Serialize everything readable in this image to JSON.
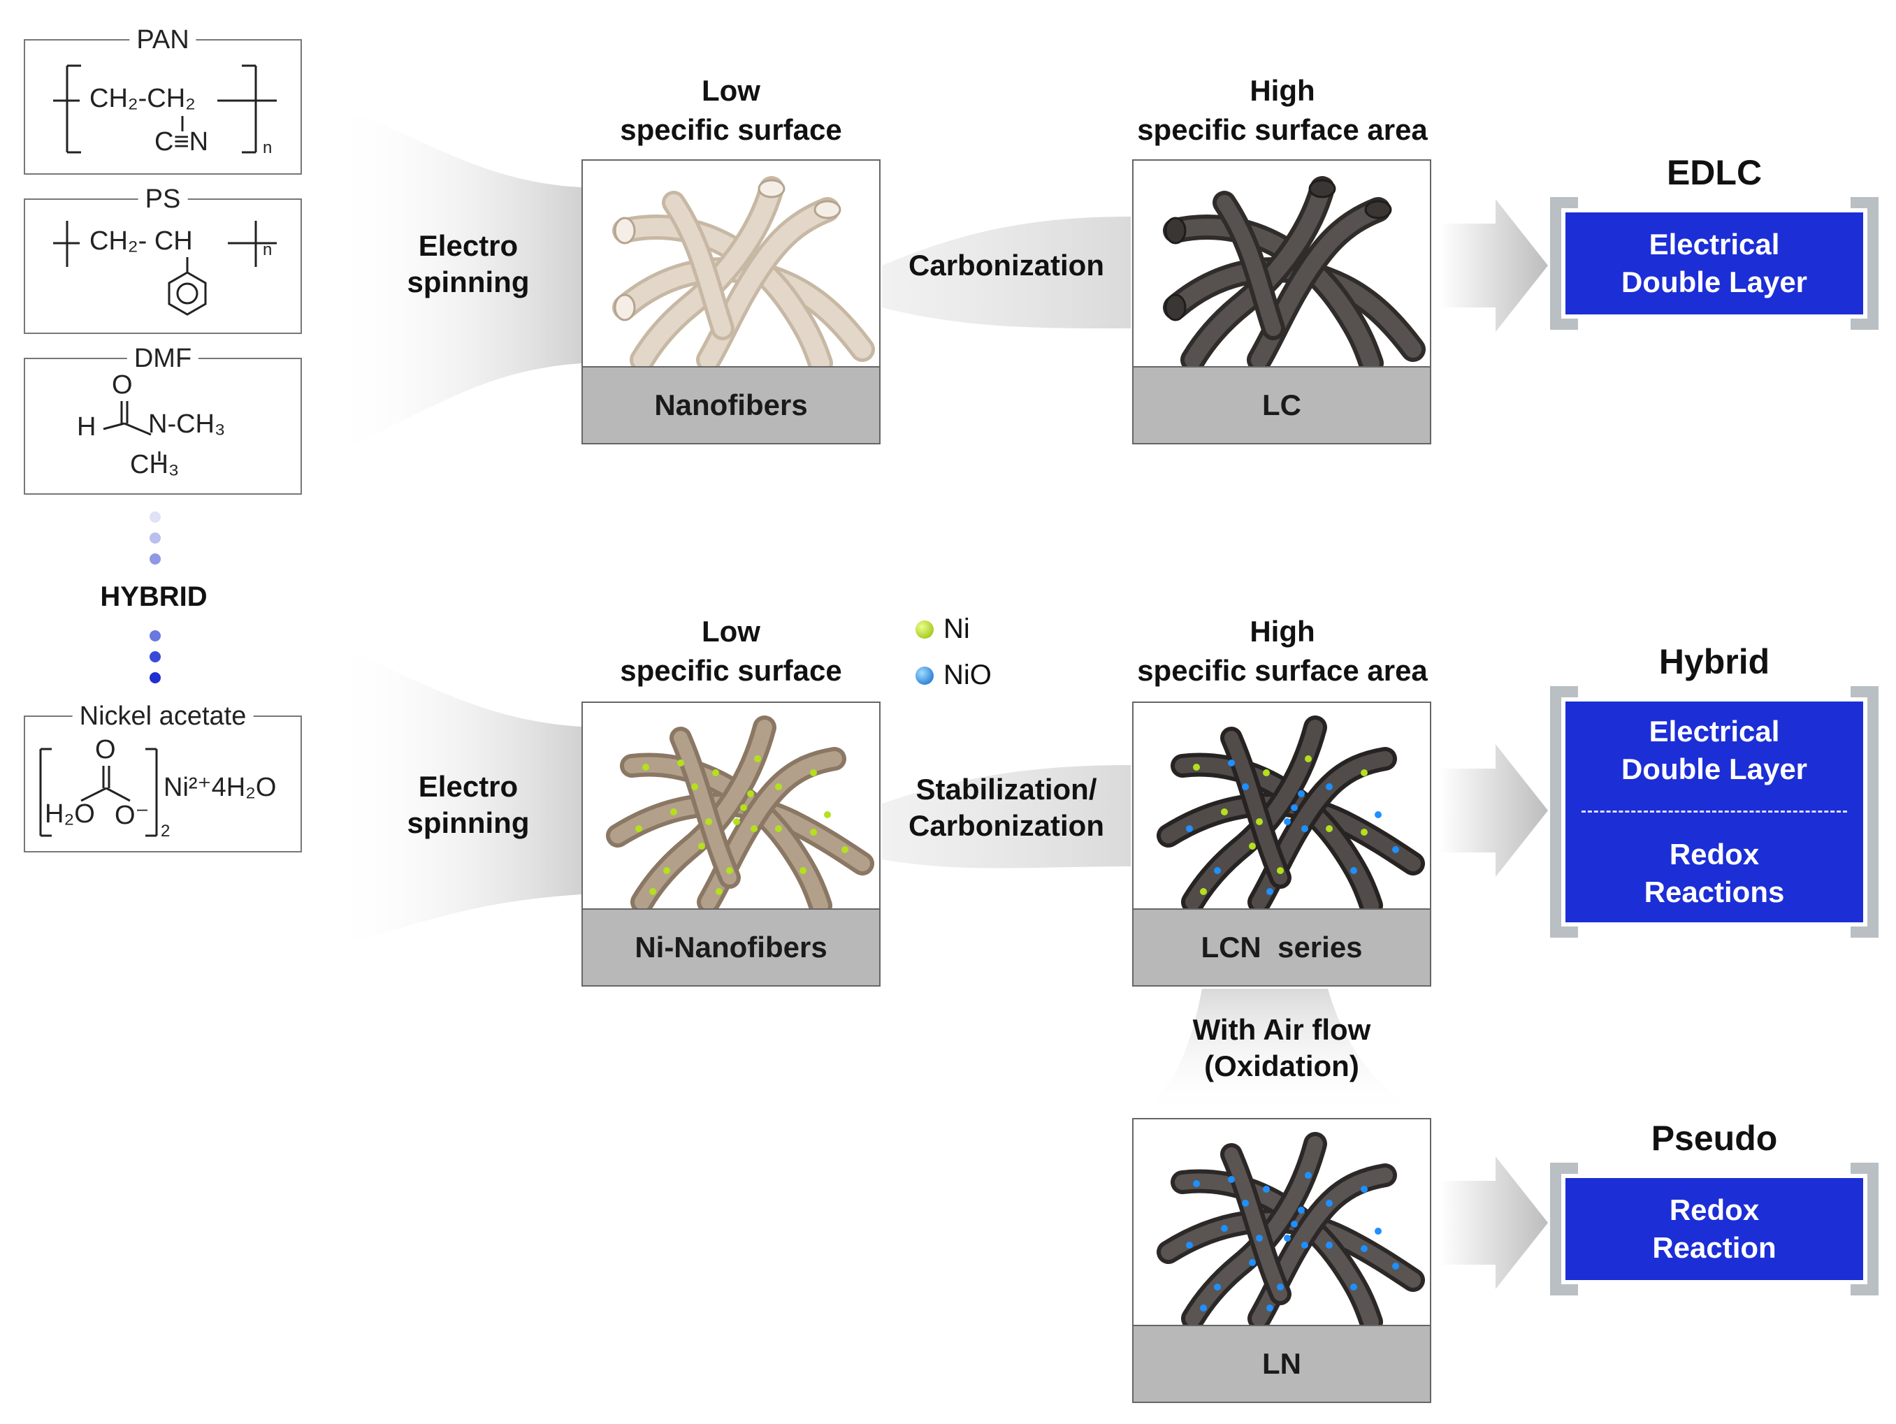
{
  "precursors": {
    "pan": {
      "title": "PAN",
      "chain": "CH₂-CH₂",
      "pendant": "C≡N",
      "n": "n"
    },
    "ps": {
      "title": "PS",
      "chain": "CH₂- CH",
      "n": "n"
    },
    "dmf": {
      "title": "DMF",
      "o": "O",
      "h": "H",
      "n_group": "N-CH₃",
      "ch3": "CH₃"
    },
    "hybrid_label": "HYBRID",
    "nickel": {
      "title": "Nickel acetate",
      "o": "O",
      "h2o": "H₂O",
      "o_minus": "O⁻",
      "sub2": "2",
      "ni_part": "Ni²⁺4H₂O"
    }
  },
  "top_row": {
    "step1": "Electro\nspinning",
    "panel1": {
      "label": "Low\nspecific surface",
      "caption": "Nanofibers"
    },
    "step2": "Carbonization",
    "panel2": {
      "label": "High\nspecific surface area",
      "caption": "LC"
    },
    "result": {
      "title": "EDLC",
      "lines": [
        "Electrical",
        "Double Layer"
      ]
    }
  },
  "mid_row": {
    "step1": "Electro\nspinning",
    "panel1": {
      "label": "Low\nspecific surface",
      "caption": "Ni-Nanofibers"
    },
    "legend": [
      {
        "name": "Ni",
        "color": "#9acd32"
      },
      {
        "name": "NiO",
        "color": "#1e90ff"
      }
    ],
    "step2": "Stabilization/\nCarbonization",
    "panel2": {
      "label": "High\nspecific surface area",
      "caption": "LCN  series"
    },
    "result": {
      "title": "Hybrid",
      "lines_a": [
        "Electrical",
        "Double Layer"
      ],
      "lines_b": [
        "Redox",
        "Reactions"
      ]
    }
  },
  "bottom_row": {
    "step": "With Air flow\n(Oxidation)",
    "panel": {
      "caption": "LN"
    },
    "result": {
      "title": "Pseudo",
      "lines": [
        "Redox",
        "Reaction"
      ]
    }
  },
  "colors": {
    "result_blue": "#1c2ed6",
    "ni_dot": "#9acd32",
    "nio_dot": "#1e90ff",
    "fiber_light": "#d9ccbc",
    "fiber_dark": "#4a4644"
  }
}
